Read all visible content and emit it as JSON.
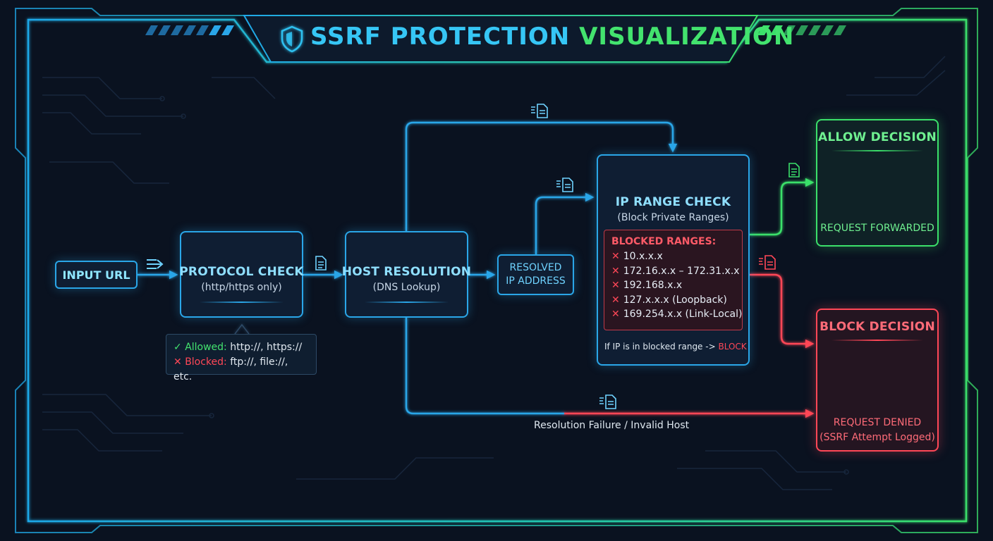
{
  "title": {
    "part1": "SSRF PROTECTION",
    "part2": "VISUALIZATION"
  },
  "nodes": {
    "input_url": "INPUT URL",
    "protocol_check": {
      "title": "PROTOCOL CHECK",
      "subtitle": "(http/https only)"
    },
    "host_resolution": {
      "title": "HOST RESOLUTION",
      "subtitle": "(DNS Lookup)"
    },
    "resolved_ip": {
      "line1": "RESOLVED",
      "line2": "IP ADDRESS"
    },
    "ip_range_check": {
      "title": "IP RANGE CHECK",
      "subtitle": "(Block Private Ranges)"
    },
    "allow_decision": {
      "title": "ALLOW DECISION",
      "result": "REQUEST FORWARDED"
    },
    "block_decision": {
      "title": "BLOCK DECISION",
      "result_line1": "REQUEST DENIED",
      "result_line2": "(SSRF Attempt Logged)"
    }
  },
  "protocol_note": {
    "allowed_key": "Allowed:",
    "allowed_value": "http://, https://",
    "blocked_key": "Blocked:",
    "blocked_value": "ftp://, file://, etc."
  },
  "blocked_ranges": {
    "title": "BLOCKED RANGES:",
    "items": [
      "10.x.x.x",
      "172.16.x.x – 172.31.x.x",
      "192.168.x.x",
      "127.x.x.x (Loopback)",
      "169.254.x.x (Link-Local)"
    ]
  },
  "rule_note": {
    "text": "If IP is in blocked range ->",
    "action": "BLOCK"
  },
  "failure_path_label": "Resolution Failure / Invalid Host",
  "colors": {
    "blue": "#2aa6e8",
    "green": "#3be06a",
    "red": "#ff4757",
    "background": "#0a1220"
  },
  "icons": [
    "shield-icon",
    "arrow-icon",
    "lock-icon",
    "magnifier-icon",
    "firewall-icon",
    "document-icon",
    "checkmark-icon",
    "x-icon"
  ]
}
